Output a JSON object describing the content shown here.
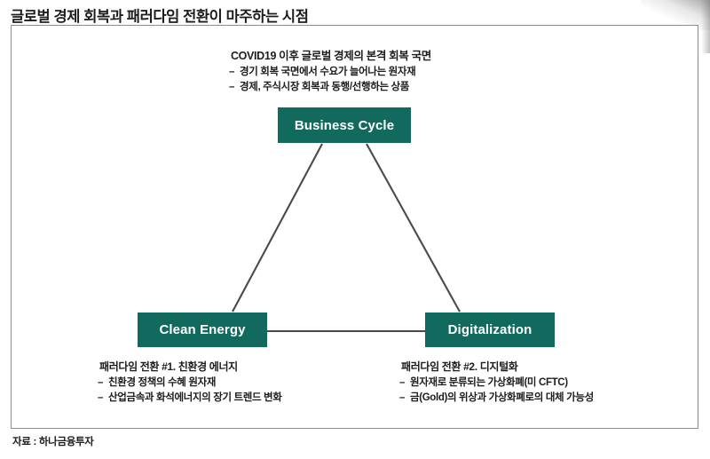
{
  "page_title": "글로벌 경제 회복과 패러다임 전환이 마주하는 시점",
  "colors": {
    "node_fill": "#126a5f",
    "node_text": "#ffffff",
    "connector_line": "#4a4a4a",
    "frame_border": "#8d8d8d",
    "body_text": "#1c1c1c"
  },
  "top_note": {
    "heading": "COVID19 이후 글로벌 경제의 본격 회복 국면",
    "bullets": [
      {
        "marker": "–",
        "text": "경기 회복 국면에서 수요가 늘어나는 원자재"
      },
      {
        "marker": "–",
        "text": "경제, 주식시장 회복과 동행/선행하는 상품"
      }
    ]
  },
  "nodes": {
    "top": {
      "label": "Business Cycle"
    },
    "bottom_left": {
      "label": "Clean Energy"
    },
    "bottom_right": {
      "label": "Digitalization"
    }
  },
  "caption_left": {
    "heading": "패러다임 전환 #1. 친환경 에너지",
    "bullets": [
      {
        "marker": "–",
        "text": "친환경 정책의 수혜 원자재"
      },
      {
        "marker": "–",
        "text": "산업금속과 화석에너지의 장기 트렌드 변화"
      }
    ]
  },
  "caption_right": {
    "heading": "패러다임 전환 #2. 디지털화",
    "bullets": [
      {
        "marker": "–",
        "text": "원자재로 분류되는 가상화폐(미 CFTC)"
      },
      {
        "marker": "–",
        "text": "금(Gold)의 위상과 가상화폐로의 대체 가능성"
      }
    ]
  },
  "source_note": "자료 : 하나금융투자"
}
